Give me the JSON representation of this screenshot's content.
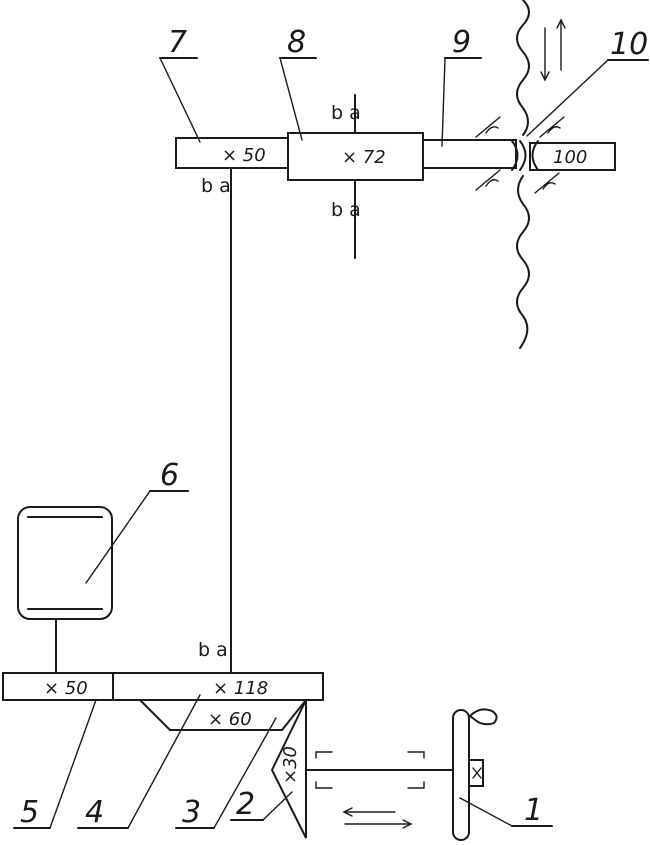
{
  "parts": {
    "p1": "1",
    "p2": "2",
    "p3": "3",
    "p4": "4",
    "p5": "5",
    "p6": "6",
    "p7": "7",
    "p8": "8",
    "p9": "9",
    "p10": "10"
  },
  "teeth": {
    "pulley_top": "× 50",
    "gear_8": "× 72",
    "rack": "100",
    "pulley_bottom": "× 50",
    "gear_118": "× 118",
    "gear_60": "× 60",
    "bevel_30": "×30"
  },
  "bearing_symbol": "b a"
}
